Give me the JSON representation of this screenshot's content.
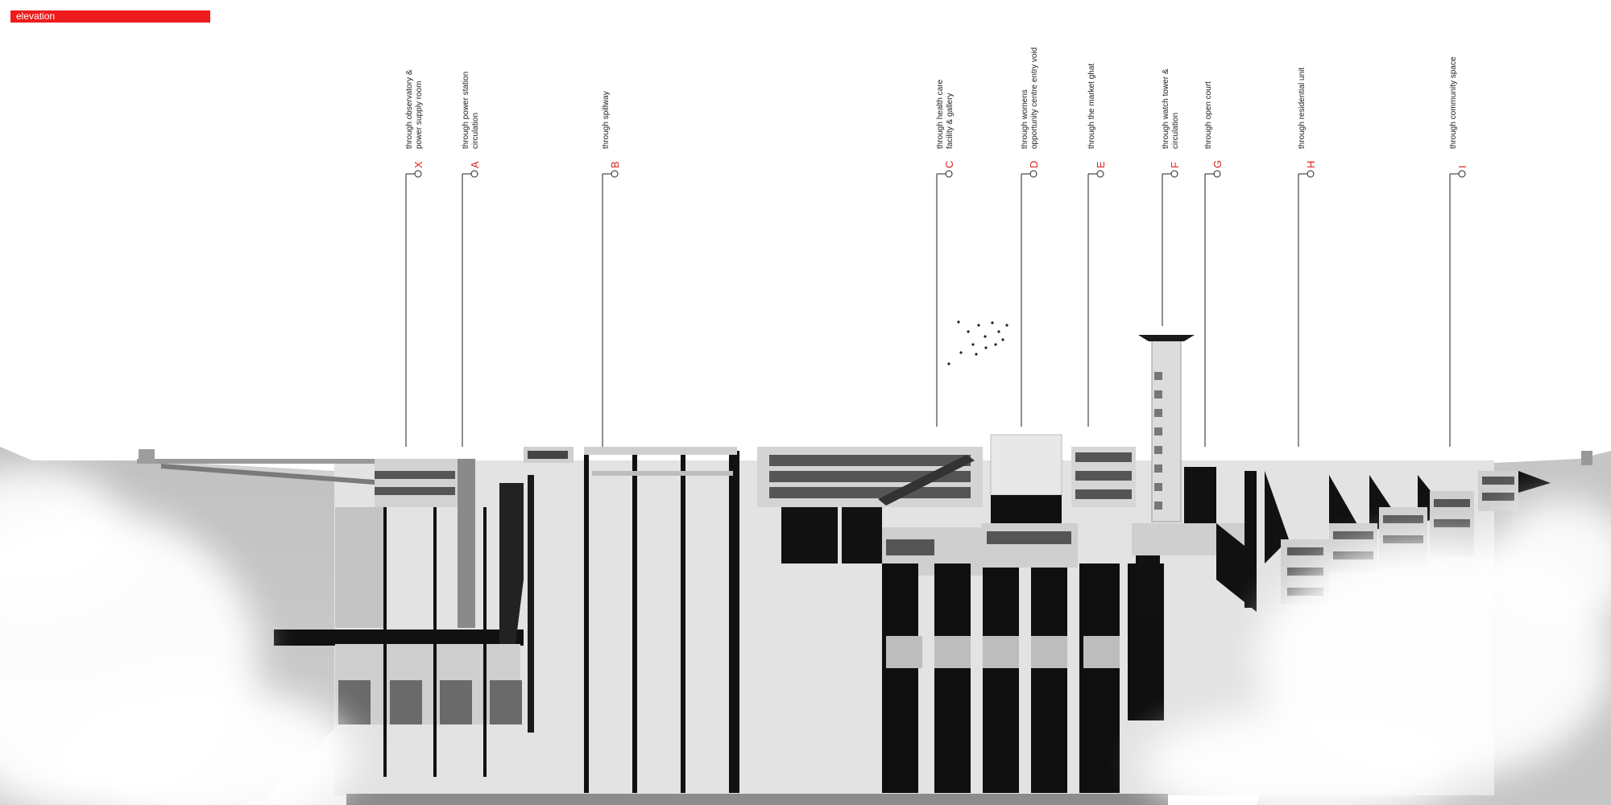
{
  "header": {
    "title": "elevation"
  },
  "colors": {
    "accent": "#ee1c1c",
    "ink": "#000000",
    "concrete": "#e6e6e6",
    "shadow": "#bdbdbd"
  },
  "sections": [
    {
      "letter": "X",
      "lines": [
        "through observatory &",
        "power supply room"
      ]
    },
    {
      "letter": "A",
      "lines": [
        "through power station",
        "circulation"
      ]
    },
    {
      "letter": "B",
      "lines": [
        "through spillway"
      ]
    },
    {
      "letter": "C",
      "lines": [
        "through health care",
        "facility & gallery"
      ]
    },
    {
      "letter": "D",
      "lines": [
        "through womens",
        "opportunity centre entry void"
      ]
    },
    {
      "letter": "E",
      "lines": [
        "through the market ghat"
      ]
    },
    {
      "letter": "F",
      "lines": [
        "through watch tower &",
        "circulation"
      ]
    },
    {
      "letter": "G",
      "lines": [
        "through open court"
      ]
    },
    {
      "letter": "H",
      "lines": [
        "through residential unit"
      ]
    },
    {
      "letter": "I",
      "lines": [
        "through community space"
      ]
    }
  ]
}
